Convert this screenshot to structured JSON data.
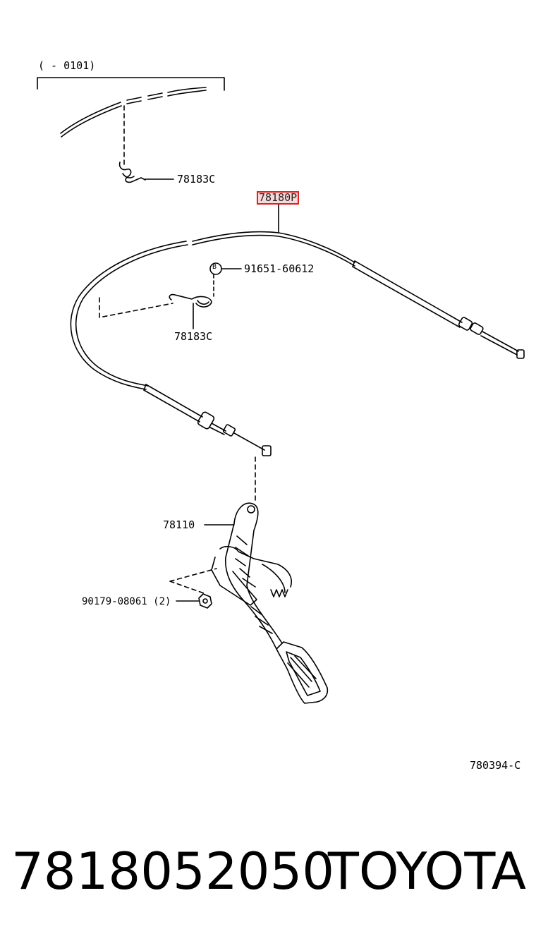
{
  "diagram": {
    "date_range": "(      - 0101)",
    "callouts": {
      "clip_top": "78183C",
      "cable": "78180P",
      "bolt_marker": "B",
      "bolt": "91651-60612",
      "clip_mid": "78183C",
      "pedal": "78110",
      "nut": "90179-08061 (2)"
    },
    "figure_code": "780394-C"
  },
  "footer": {
    "part_number": "7818052050",
    "brand": "TOYOTA"
  },
  "colors": {
    "highlight_border": "#e0201e",
    "highlight_fill": "#f8d9d9",
    "line": "#000000"
  }
}
